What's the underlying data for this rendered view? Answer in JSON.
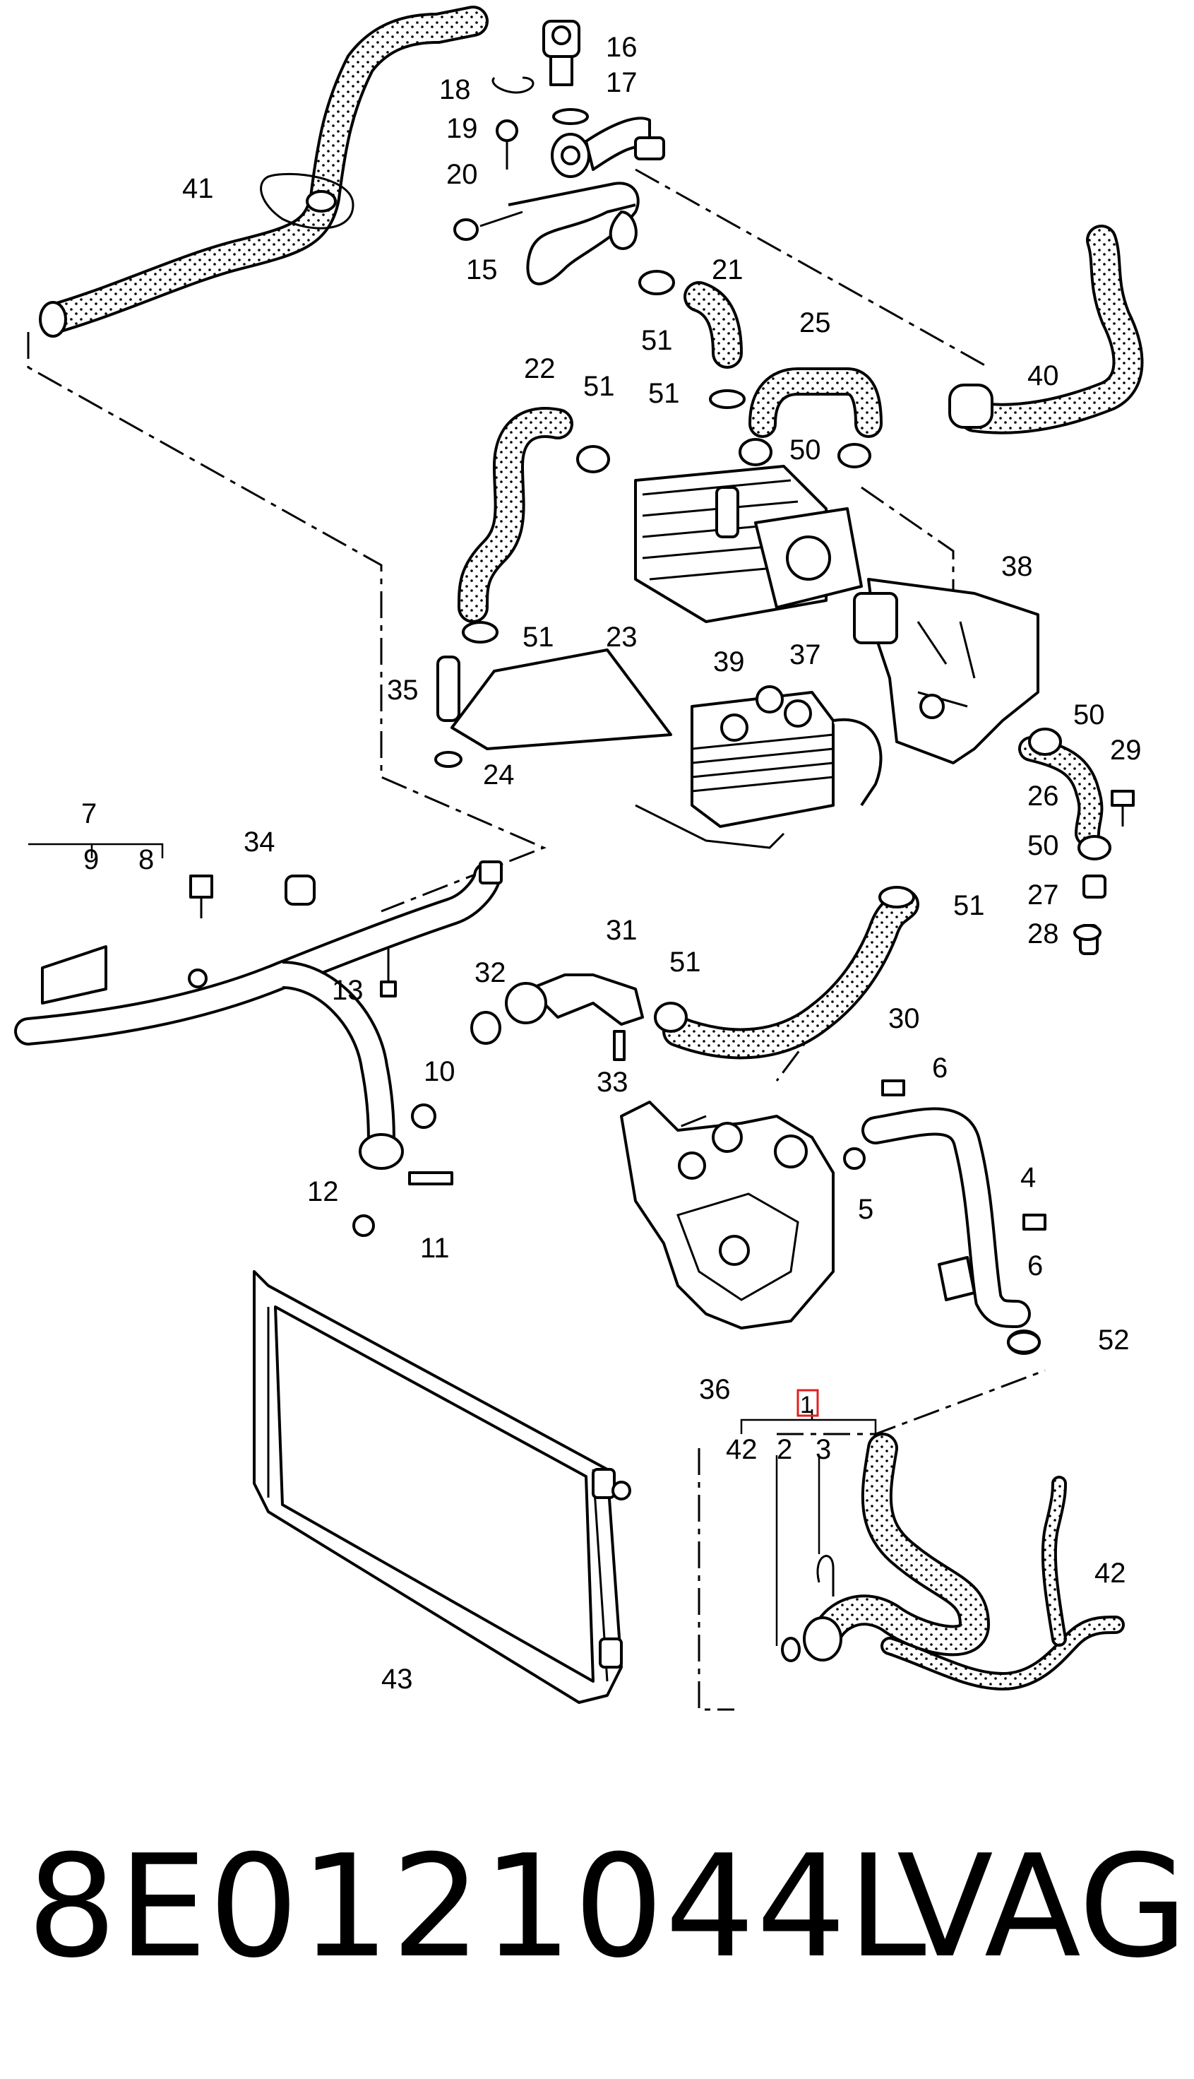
{
  "diagram": {
    "callouts": [
      "1",
      "2",
      "3",
      "4",
      "5",
      "6",
      "6",
      "7",
      "8",
      "9",
      "10",
      "11",
      "12",
      "13",
      "15",
      "16",
      "17",
      "18",
      "19",
      "20",
      "21",
      "22",
      "23",
      "24",
      "25",
      "26",
      "27",
      "28",
      "29",
      "30",
      "31",
      "32",
      "33",
      "34",
      "35",
      "36",
      "37",
      "38",
      "39",
      "40",
      "41",
      "42",
      "42",
      "43",
      "50",
      "50",
      "50",
      "51",
      "51",
      "51",
      "51",
      "51",
      "51",
      "52"
    ],
    "highlighted_callout": "1",
    "highlight_color": "#e02020"
  },
  "footer": {
    "part_number": "8E0121044L",
    "brand": "VAG"
  }
}
